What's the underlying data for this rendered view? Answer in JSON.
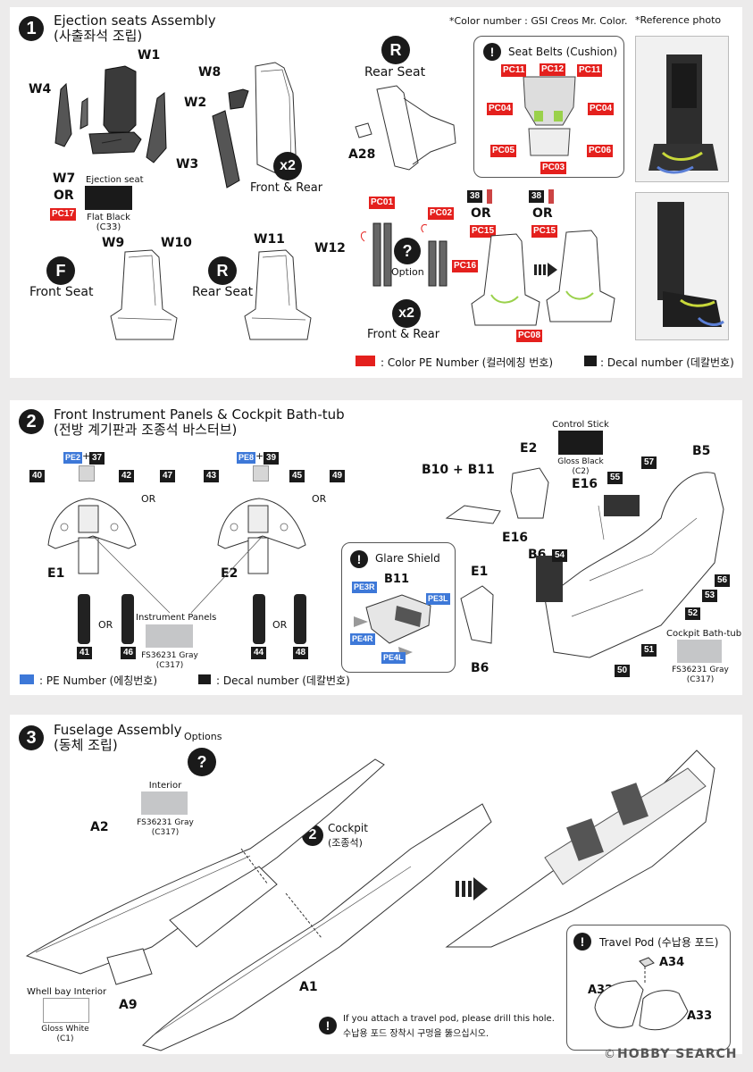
{
  "colors": {
    "pc_red": "#e4201d",
    "pe_blue": "#3d78d8",
    "decal_black": "#1a1a1a",
    "gray_fs36231": "#c5c6c8",
    "flat_black": "#1a1a1a",
    "gloss_white": "#ffffff"
  },
  "step1": {
    "number": "1",
    "title_en": "Ejection seats Assembly",
    "title_ko": "(사출좌석 조립)",
    "color_note": "*Color number : GSI Creos Mr. Color.",
    "reference_note": "*Reference photo",
    "parts": {
      "w1": "W1",
      "w4": "W4",
      "w3": "W3",
      "w7": "W7",
      "or": "OR",
      "w8": "W8",
      "w2": "W2",
      "a28": "A28",
      "w9": "W9",
      "w10": "W10",
      "w11": "W11",
      "w12": "W12"
    },
    "pc17": "PC17",
    "ejection_seat_label": "Ejection seat",
    "ejection_seat_color": "Flat Black",
    "ejection_seat_code": "(C33)",
    "x2": "x2",
    "front_rear": "Front & Rear",
    "rear_circle": "R",
    "rear_label": "Rear Seat",
    "front_circle": "F",
    "front_label": "Front Seat",
    "seatbelts": {
      "title": "Seat Belts (Cushion)",
      "labels": [
        "PC11",
        "PC12",
        "PC11",
        "PC04",
        "PC04",
        "PC05",
        "PC06",
        "PC03"
      ]
    },
    "option": {
      "pc01": "PC01",
      "pc02": "PC02",
      "option": "Option",
      "x2": "x2",
      "front_rear": "Front & Rear",
      "dec38a": "38",
      "dec38b": "38",
      "or_a": "OR",
      "or_b": "OR",
      "pc15a": "PC15",
      "pc15b": "PC15",
      "pc16": "PC16",
      "pc08": "PC08"
    },
    "legend_color_pe": ": Color PE Number (컬러에칭 번호)",
    "legend_decal": ": Decal number (데칼번호)"
  },
  "step2": {
    "number": "2",
    "title_en": "Front Instrument Panels & Cockpit Bath-tub",
    "title_ko": "(전방 계기판과 조종석 바스터브)",
    "left": {
      "pe": "PE2",
      "plus": "+",
      "dec": "37",
      "d40": "40",
      "d42": "42",
      "d47": "47",
      "or": "OR",
      "part": "E1",
      "d41": "41",
      "d46": "46",
      "or2": "OR"
    },
    "right": {
      "pe": "PE8",
      "plus": "+",
      "dec": "39",
      "d43": "43",
      "d45": "45",
      "d49": "49",
      "or": "OR",
      "part": "E2",
      "d44": "44",
      "d48": "48",
      "or2": "OR"
    },
    "instrument_panels": "Instrument Panels",
    "fs_gray": "FS36231 Gray",
    "fs_code": "(C317)",
    "glare": {
      "title": "Glare Shield",
      "part": "B11",
      "pe3r": "PE3R",
      "pe3l": "PE3L",
      "pe4r": "PE4R",
      "pe4l": "PE4L"
    },
    "control_stick": "Control Stick",
    "gloss_black": "Gloss Black",
    "gloss_black_code": "(C2)",
    "parts": {
      "e2": "E2",
      "b10b11": "B10 + B11",
      "e16a": "E16",
      "e16b": "E16",
      "b6a": "B6",
      "b6b": "B6",
      "e1": "E1",
      "b5": "B5"
    },
    "decals": {
      "d57": "57",
      "d55": "55",
      "d54": "54",
      "d56": "56",
      "d53": "53",
      "d52": "52",
      "d51": "51",
      "d50": "50"
    },
    "bathtub": "Cockpit Bath-tub",
    "bathtub_color": "FS36231 Gray",
    "bathtub_code": "(C317)",
    "legend_pe": ": PE Number (에칭번호)",
    "legend_decal": ": Decal number (데칼번호)"
  },
  "step3": {
    "number": "3",
    "title_en": "Fuselage Assembly",
    "title_ko": "(동체 조립)",
    "options": "Options",
    "interior": "Interior",
    "interior_color": "FS36231 Gray",
    "interior_code": "(C317)",
    "a2": "A2",
    "cockpit_num": "2",
    "cockpit": "Cockpit",
    "cockpit_ko": "(조종석)",
    "a9": "A9",
    "a1": "A1",
    "wheel_bay": "Whell bay Interior",
    "wheel_color": "Gloss White",
    "wheel_code": "(C1)",
    "travel_pod": "Travel Pod (수납용 포드)",
    "a34": "A34",
    "a32": "A32",
    "a33": "A33",
    "drill_note_en": "If you attach a travel pod, please drill this hole.",
    "drill_note_ko": "수납용 포드 장착시 구멍을 뚫으십시오."
  },
  "watermark": "HOBBY SEARCH",
  "copyright": "©"
}
